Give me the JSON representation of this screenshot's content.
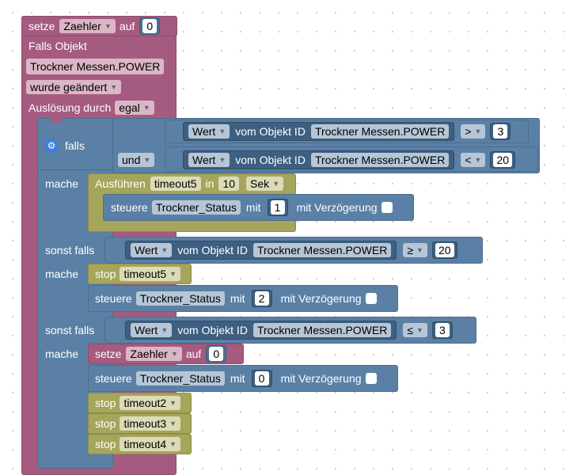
{
  "root": {
    "set_label": "setze",
    "var_name": "Zaehler",
    "auf_label": "auf",
    "init_value": "0",
    "falls_objekt_label": "Falls Objekt",
    "object_id": "Trockner  Messen.POWER",
    "trigger_option": "wurde geändert",
    "ausloesung_label": "Auslösung durch",
    "ausloesung_value": "egal"
  },
  "if_block": {
    "falls_label": "falls",
    "und_label": "und",
    "mache_label": "mache",
    "sonst_falls_label": "sonst falls",
    "cond1": {
      "prop": "Wert",
      "obj_label": "vom Objekt ID",
      "obj_id": "Trockner  Messen.POWER",
      "op": ">",
      "value": "3"
    },
    "cond2": {
      "prop": "Wert",
      "obj_label": "vom Objekt ID",
      "obj_id": "Trockner  Messen.POWER",
      "op": "<",
      "value": "20"
    },
    "cond3": {
      "prop": "Wert",
      "obj_label": "vom Objekt ID",
      "obj_id": "Trockner  Messen.POWER",
      "op": "≥",
      "value": "20"
    },
    "cond4": {
      "prop": "Wert",
      "obj_label": "vom Objekt ID",
      "obj_id": "Trockner  Messen.POWER",
      "op": "≤",
      "value": "3"
    }
  },
  "timeout_block": {
    "ausfuehren_label": "Ausführen",
    "name": "timeout5",
    "in_label": "in",
    "delay": "10",
    "unit": "Sek"
  },
  "control": {
    "steuere_label": "steuere",
    "target": "Trockner_Status",
    "mit_label": "mit",
    "verzoegerung_label": "mit Verzögerung",
    "v1": "1",
    "v2": "2",
    "v3": "0"
  },
  "stops": {
    "stop_label": "stop",
    "t5": "timeout5",
    "t2": "timeout2",
    "t3": "timeout3",
    "t4": "timeout4"
  },
  "set2": {
    "set_label": "setze",
    "var_name": "Zaehler",
    "auf_label": "auf",
    "value": "0"
  },
  "colors": {
    "variable": "#a55b80",
    "logic": "#5b80a5",
    "timeout": "#a5a55b",
    "checkbox_icon": "#3d7fe0"
  }
}
